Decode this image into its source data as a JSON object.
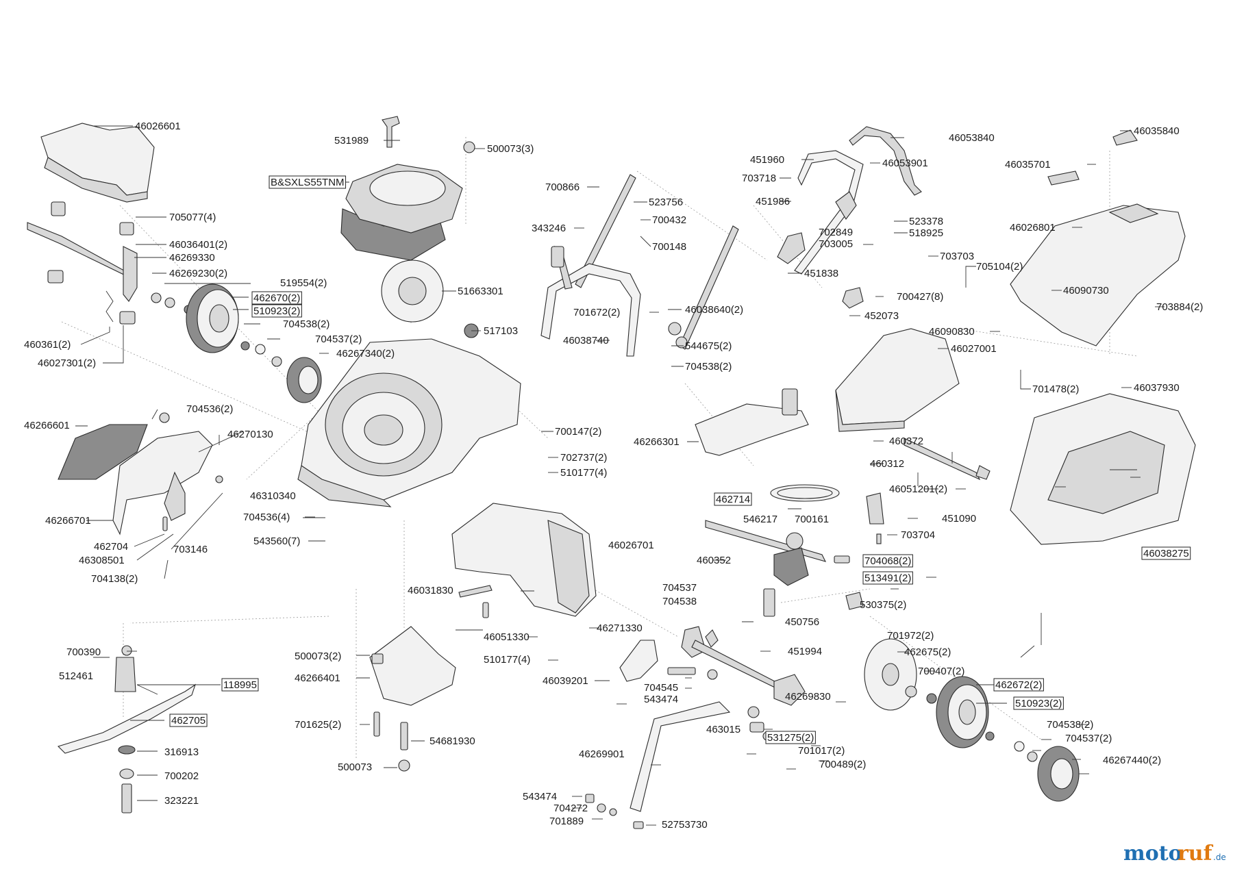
{
  "diagram": {
    "labels": [
      {
        "text": "46026601"
      },
      {
        "text": "531989"
      },
      {
        "text": "500073(3)"
      },
      {
        "text": "B&SXLS55TNM"
      },
      {
        "text": "705077(4)"
      },
      {
        "text": "46036401(2)"
      },
      {
        "text": "46269330"
      },
      {
        "text": "46269230(2)"
      },
      {
        "text": "519554(2)"
      },
      {
        "text": "462670(2)"
      },
      {
        "text": "510923(2)"
      },
      {
        "text": "704538(2)"
      },
      {
        "text": "704537(2)"
      },
      {
        "text": "460361(2)"
      },
      {
        "text": "46027301(2)"
      },
      {
        "text": "46267340(2)"
      },
      {
        "text": "51663301"
      },
      {
        "text": "517103"
      },
      {
        "text": "700866"
      },
      {
        "text": "523756"
      },
      {
        "text": "700432"
      },
      {
        "text": "343246"
      },
      {
        "text": "700148"
      },
      {
        "text": "701672(2)"
      },
      {
        "text": "46038640(2)"
      },
      {
        "text": "46038740"
      },
      {
        "text": "544675(2)"
      },
      {
        "text": "704538(2)"
      },
      {
        "text": "46053840"
      },
      {
        "text": "451960"
      },
      {
        "text": "46053901"
      },
      {
        "text": "703718"
      },
      {
        "text": "451986"
      },
      {
        "text": "523378"
      },
      {
        "text": "518925"
      },
      {
        "text": "702849"
      },
      {
        "text": "703005"
      },
      {
        "text": "703703"
      },
      {
        "text": "451838"
      },
      {
        "text": "700427(8)"
      },
      {
        "text": "452073"
      },
      {
        "text": "46035840"
      },
      {
        "text": "46035701"
      },
      {
        "text": "46026801"
      },
      {
        "text": "705104(2)"
      },
      {
        "text": "46090730"
      },
      {
        "text": "703884(2)"
      },
      {
        "text": "46090830"
      },
      {
        "text": "46027001"
      },
      {
        "text": "701478(2)"
      },
      {
        "text": "46037930"
      },
      {
        "text": "46266601"
      },
      {
        "text": "704536(2)"
      },
      {
        "text": "46270130"
      },
      {
        "text": "46266701"
      },
      {
        "text": "462704"
      },
      {
        "text": "46308501"
      },
      {
        "text": "703146"
      },
      {
        "text": "704138(2)"
      },
      {
        "text": "46310340"
      },
      {
        "text": "704536(4)"
      },
      {
        "text": "543560(7)"
      },
      {
        "text": "700147(2)"
      },
      {
        "text": "702737(2)"
      },
      {
        "text": "510177(4)"
      },
      {
        "text": "46266301"
      },
      {
        "text": "460372"
      },
      {
        "text": "460312"
      },
      {
        "text": "46051201(2)"
      },
      {
        "text": "462714"
      },
      {
        "text": "546217"
      },
      {
        "text": "700161"
      },
      {
        "text": "451090"
      },
      {
        "text": "703704"
      },
      {
        "text": "460352"
      },
      {
        "text": "704068(2)"
      },
      {
        "text": "513491(2)"
      },
      {
        "text": "46026701"
      },
      {
        "text": "46038275"
      },
      {
        "text": "46031830"
      },
      {
        "text": "704537"
      },
      {
        "text": "704538"
      },
      {
        "text": "530375(2)"
      },
      {
        "text": "450756"
      },
      {
        "text": "46051330"
      },
      {
        "text": "46271330"
      },
      {
        "text": "451994"
      },
      {
        "text": "701972(2)"
      },
      {
        "text": "510177(4)"
      },
      {
        "text": "462675(2)"
      },
      {
        "text": "46039201"
      },
      {
        "text": "700407(2)"
      },
      {
        "text": "704545"
      },
      {
        "text": "462672(2)"
      },
      {
        "text": "543474"
      },
      {
        "text": "46269830"
      },
      {
        "text": "510923(2)"
      },
      {
        "text": "700390"
      },
      {
        "text": "500073(2)"
      },
      {
        "text": "46266401"
      },
      {
        "text": "512461"
      },
      {
        "text": "118995"
      },
      {
        "text": "462705"
      },
      {
        "text": "701625(2)"
      },
      {
        "text": "54681930"
      },
      {
        "text": "316913"
      },
      {
        "text": "463015"
      },
      {
        "text": "531275(2)"
      },
      {
        "text": "704538(2)"
      },
      {
        "text": "704537(2)"
      },
      {
        "text": "700202"
      },
      {
        "text": "500073"
      },
      {
        "text": "46269901"
      },
      {
        "text": "701017(2)"
      },
      {
        "text": "700489(2)"
      },
      {
        "text": "46267440(2)"
      },
      {
        "text": "323221"
      },
      {
        "text": "543474"
      },
      {
        "text": "704272"
      },
      {
        "text": "701889"
      },
      {
        "text": "52753730"
      }
    ],
    "watermark": {
      "part1": "moto",
      "part2": "ruf",
      "suffix": ".de"
    }
  }
}
